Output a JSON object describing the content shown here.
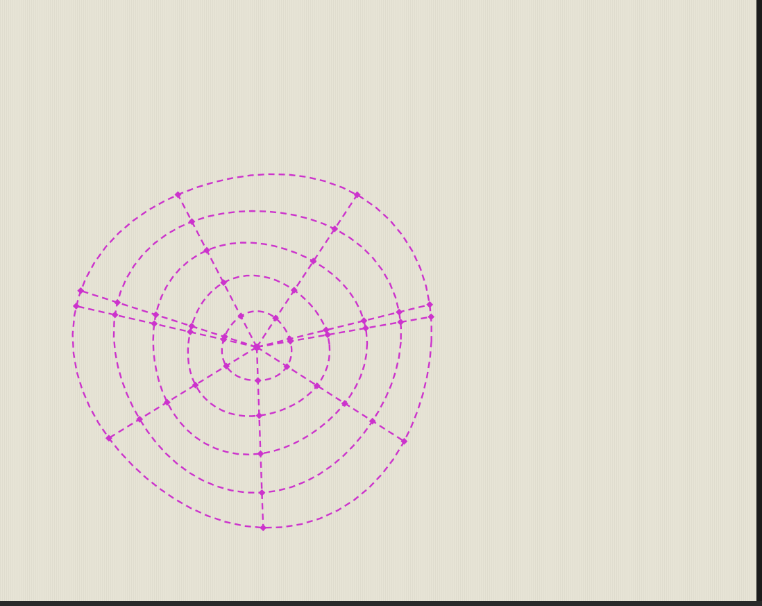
{
  "screen": {
    "background_color": "#e7e4d6",
    "bezel_color": "#1c1c1c"
  },
  "drawing": {
    "subject": "spider-web",
    "color": "#cc33cc",
    "ring_count": 5,
    "spoke_count": 9,
    "line_style": "dashed"
  }
}
